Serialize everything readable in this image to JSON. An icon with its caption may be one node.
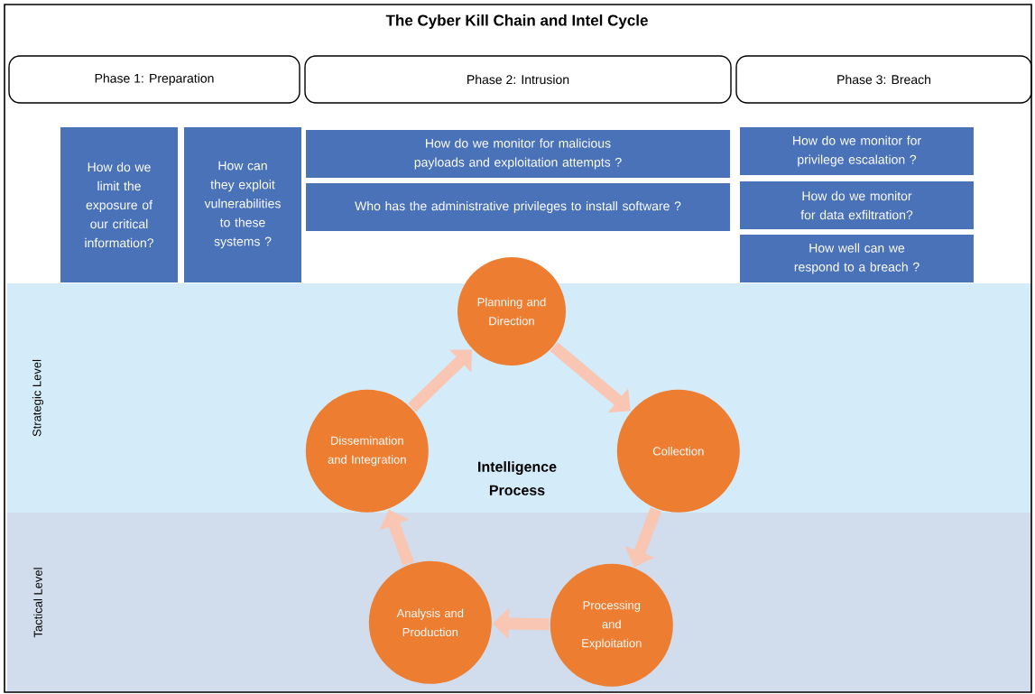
{
  "diagram": {
    "title": "The Cyber Kill Chain and Intel Cycle",
    "nodes": [
      {
        "text": [
          "Phase 1: Preparation"
        ]
      },
      {
        "text": [
          "Phase 2: Intrusion"
        ]
      },
      {
        "text": [
          "Phase 3: Breach"
        ]
      },
      {
        "text": [
          "How do we limit the exposure of our critical information?"
        ]
      },
      {
        "text": [
          "How can they exploit vulnerabilities to these systems ?"
        ]
      },
      {
        "text": [
          "How do we monitor for malicious payloads and exploitation attempts ?"
        ]
      },
      {
        "text": [
          "Who has the administrative privileges to install software ?"
        ]
      },
      {
        "text": [
          "How do we monitor for privilege escalation ?"
        ]
      },
      {
        "text": [
          "How do we monitor for data exfiltration?"
        ]
      },
      {
        "text": [
          "How well can we respond to a breach ?"
        ]
      },
      {
        "text": [
          "Strategic Level"
        ]
      },
      {
        "text": [
          "Tactical Level"
        ]
      },
      {
        "text": [
          "Planning and Direction"
        ]
      },
      {
        "text": [
          "Collection"
        ],
        "in": 10
      },
      {
        "text": [
          "Processing and Exploitation"
        ],
        "in": 11
      },
      {
        "text": [
          "Analysis and Production"
        ],
        "in": 11
      },
      {
        "text": [
          "Dissemination and Integration"
        ],
        "in": 10
      }
    ],
    "edges": [
      {
        "from": 12,
        "to": 13,
        "arrow": "to"
      },
      {
        "from": 13,
        "to": 14,
        "arrow": "to"
      },
      {
        "from": 14,
        "to": 15,
        "arrow": "to"
      },
      {
        "from": 15,
        "to": 16,
        "arrow": "to"
      },
      {
        "from": 16,
        "to": 12,
        "arrow": "to"
      }
    ],
    "labels": [
      "Intelligence Process"
    ]
  }
}
